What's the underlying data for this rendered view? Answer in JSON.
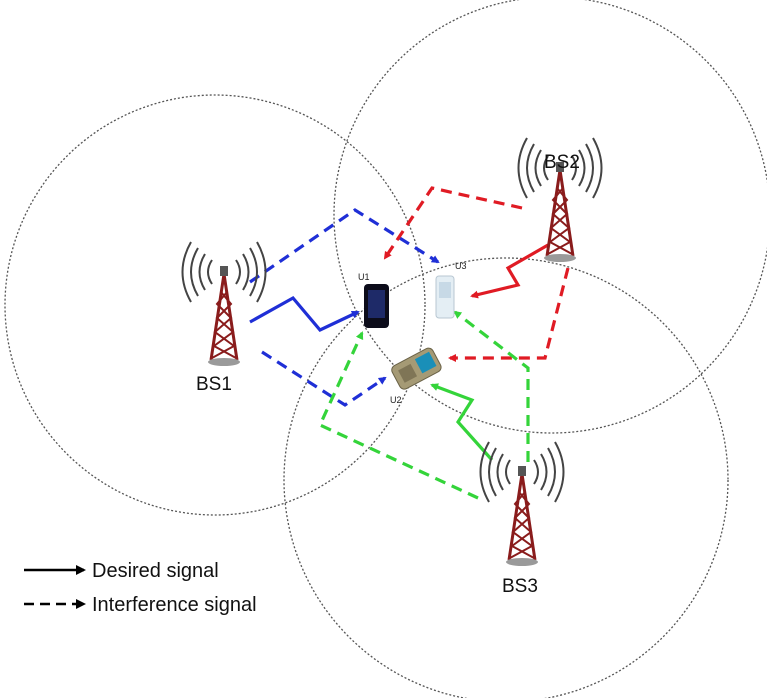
{
  "base_stations": [
    {
      "id": "bs1",
      "label": "BS1"
    },
    {
      "id": "bs2",
      "label": "BS2"
    },
    {
      "id": "bs3",
      "label": "BS3"
    }
  ],
  "users": [
    {
      "id": "u1",
      "label": "U1"
    },
    {
      "id": "u2",
      "label": "U2"
    },
    {
      "id": "u3",
      "label": "U3"
    }
  ],
  "colors": {
    "bs1_link": "#1f2fd6",
    "bs2_link": "#e01b24",
    "bs3_link": "#34d43a",
    "tower": "#8a1c1c",
    "coverage": "#555555"
  },
  "legend": {
    "desired": "Desired signal",
    "interference": "Interference signal"
  },
  "links": {
    "desired": [
      {
        "from": "BS1",
        "to": "U1"
      },
      {
        "from": "BS2",
        "to": "U3"
      },
      {
        "from": "BS3",
        "to": "U2"
      }
    ],
    "interference": [
      {
        "from": "BS1",
        "to": "U3"
      },
      {
        "from": "BS1",
        "to": "U2"
      },
      {
        "from": "BS2",
        "to": "U1"
      },
      {
        "from": "BS2",
        "to": "U2"
      },
      {
        "from": "BS3",
        "to": "U1"
      },
      {
        "from": "BS3",
        "to": "U3"
      }
    ]
  }
}
